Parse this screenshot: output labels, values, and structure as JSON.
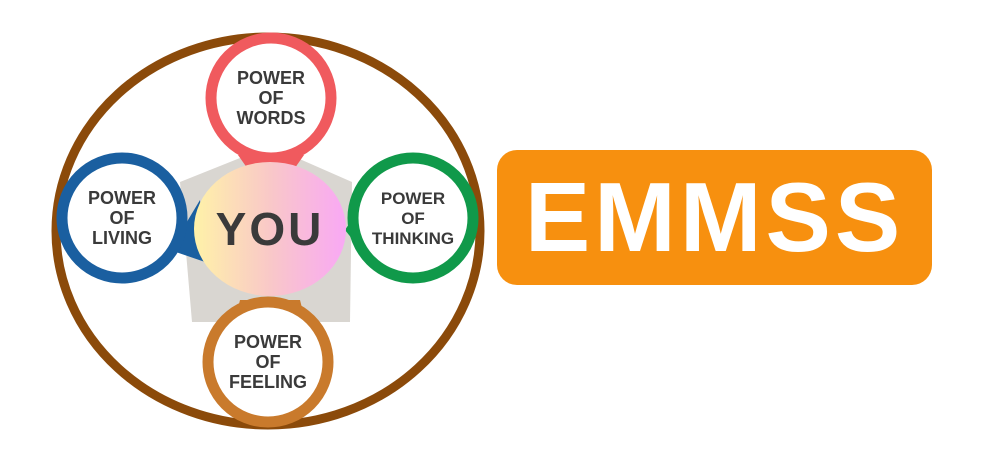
{
  "diagram": {
    "center_label": "YOU",
    "nodes": [
      {
        "id": "words",
        "lines": [
          "POWER",
          "OF",
          "WORDS"
        ],
        "color": "#F05A5E"
      },
      {
        "id": "living",
        "lines": [
          "POWER",
          "OF",
          "LIVING"
        ],
        "color": "#1A5FA0"
      },
      {
        "id": "thinking",
        "lines": [
          "POWER",
          "OF",
          "THINKING"
        ],
        "color": "#10994A"
      },
      {
        "id": "feeling",
        "lines": [
          "POWER",
          "OF",
          "FEELING"
        ],
        "color": "#C97A2C"
      }
    ],
    "ring_color": "#8B4A0A"
  },
  "brand": {
    "label": "EMMSS",
    "color": "#F7900F"
  }
}
